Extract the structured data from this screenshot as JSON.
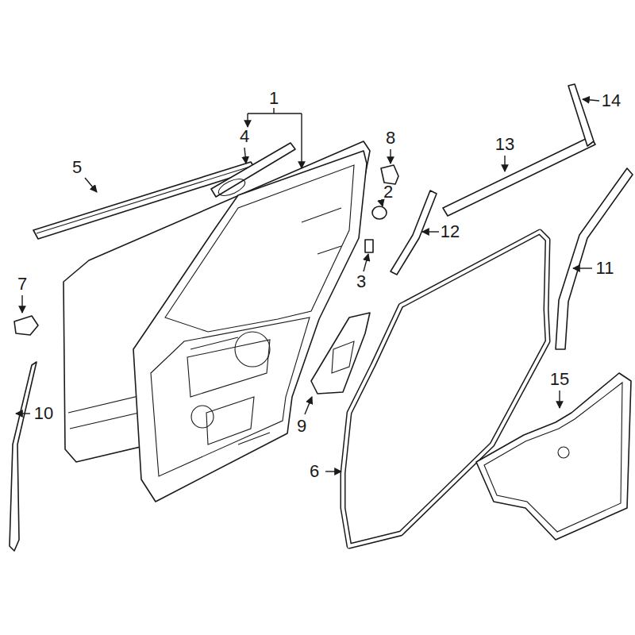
{
  "diagram": {
    "labels": [
      "1",
      "4",
      "5",
      "8",
      "14",
      "13",
      "2",
      "12",
      "3",
      "7",
      "11",
      "15",
      "10",
      "9",
      "6"
    ]
  }
}
